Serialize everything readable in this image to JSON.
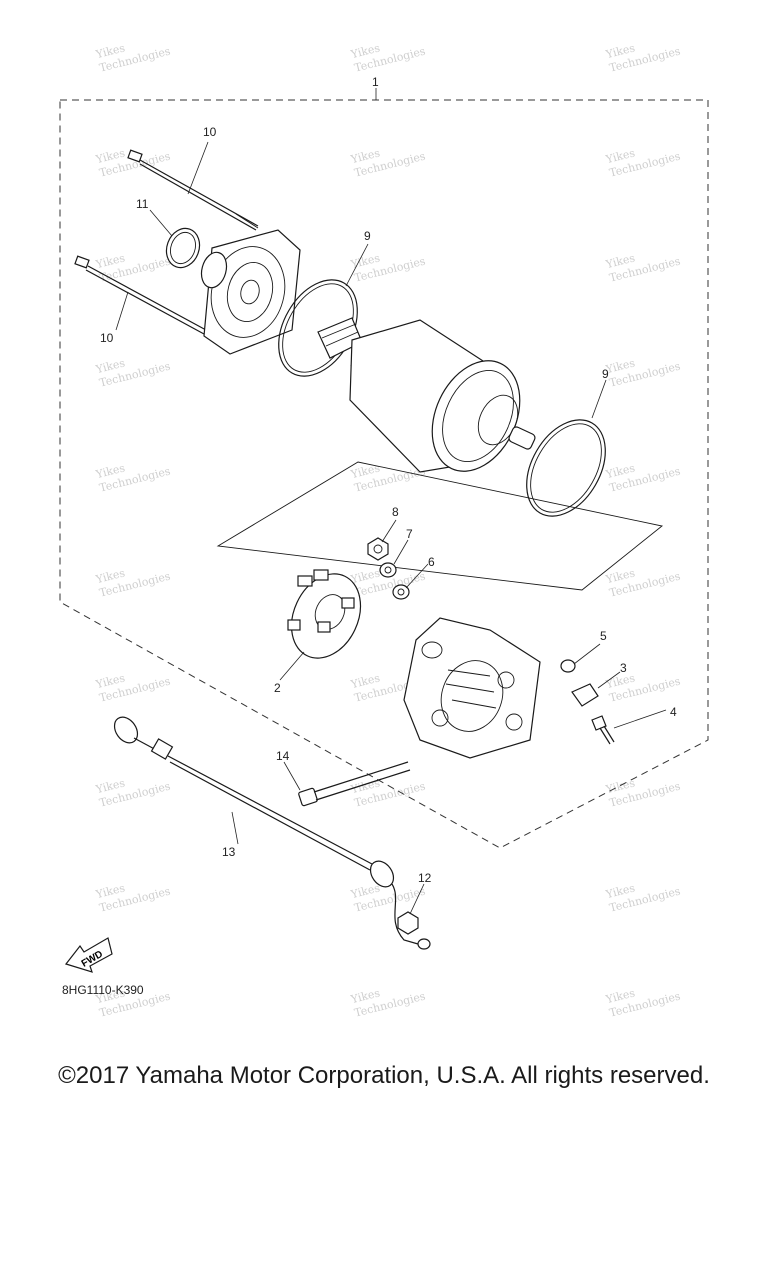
{
  "diagram": {
    "callouts": {
      "c1": "1",
      "c2": "2",
      "c3": "3",
      "c4": "4",
      "c5": "5",
      "c6": "6",
      "c7": "7",
      "c8": "8",
      "c9a": "9",
      "c9b": "9",
      "c10a": "10",
      "c10b": "10",
      "c11": "11",
      "c12": "12",
      "c13": "13",
      "c14": "14"
    },
    "fwd_label": "FWD",
    "drawing_code": "8HG1110-K390",
    "watermark": {
      "line1": "Yikes",
      "line2": "Technologies"
    }
  },
  "footer": {
    "copyright": "©2017 Yamaha Motor Corporation, U.S.A. All rights reserved."
  }
}
